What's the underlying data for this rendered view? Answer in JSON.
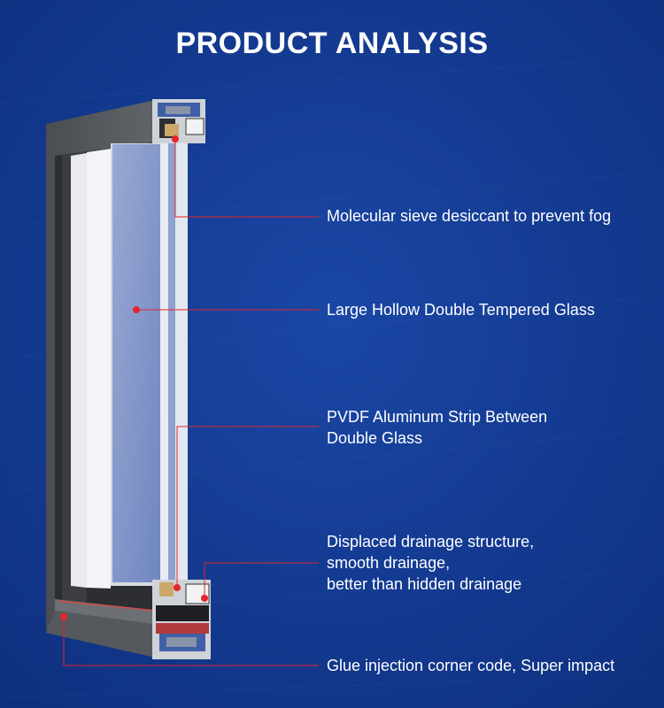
{
  "page": {
    "title": "PRODUCT ANALYSIS"
  },
  "annotations": [
    {
      "lines": [
        "Molecular sieve desiccant to prevent fog"
      ]
    },
    {
      "lines": [
        "Large Hollow Double Tempered Glass"
      ]
    },
    {
      "lines": [
        "PVDF Aluminum Strip Between",
        "Double Glass"
      ]
    },
    {
      "lines": [
        "Displaced drainage structure,",
        "smooth drainage,",
        "better than hidden drainage"
      ]
    },
    {
      "lines": [
        "Glue injection corner code, Super impact"
      ]
    }
  ],
  "colors": {
    "background": "#123a93",
    "leader_line": "#e4242b",
    "frame": "#55585c",
    "glass": "#7f94c7"
  }
}
